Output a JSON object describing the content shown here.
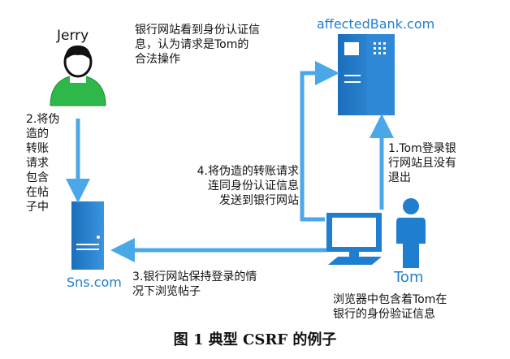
{
  "nodes": {
    "jerry": "Jerry",
    "bank": "affectedBank.com",
    "sns": "Sns.com",
    "tom": "Tom"
  },
  "steps": {
    "step1": "1.Tom登录银\n行网站且没有\n退出",
    "step2": "2.将伪\n造的\n转账\n请求\n包含\n在帖\n子中",
    "step3": "3.银行网站保持登录的情\n况下浏览帖子",
    "step4": "4.将伪造的转账请求\n连同身份认证信息\n发送到银行网站"
  },
  "notes": {
    "bank_note": "银行网站看到身份认证信\n息，认为请求是Tom的\n合法操作",
    "browser_note": "浏览器中包含着Tom在\n银行的身份验证信息"
  },
  "caption": "图 1   典型 CSRF 的例子",
  "colors": {
    "arrow": "#4aa8e8",
    "server": "#1f7ecf",
    "jerry_body": "#2fb84a",
    "label_blue": "#1f7ecf"
  }
}
